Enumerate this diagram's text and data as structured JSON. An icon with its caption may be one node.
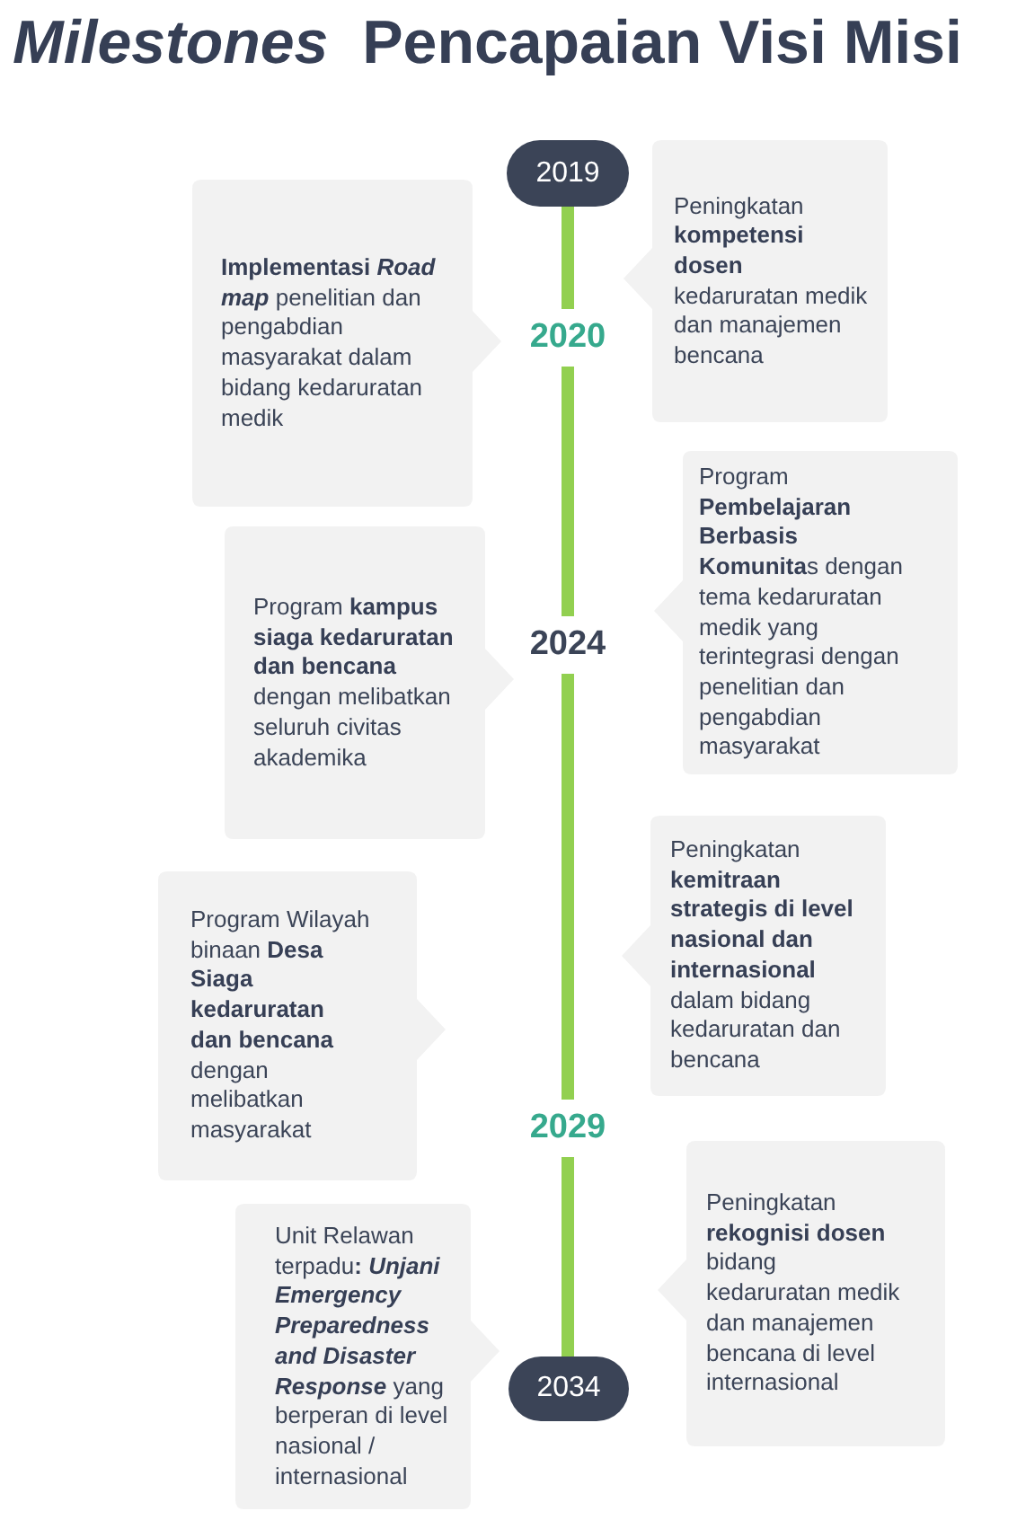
{
  "diagram": {
    "title": "*Milestones*  Pencapaian Visi Misi",
    "nodes": [
      {
        "text": [
          "2019"
        ]
      },
      {
        "text": [
          "Peningkatan **kompetensi dosen** kedaruratan medik dan manajemen bencana"
        ]
      },
      {
        "text": [
          "**Implementasi** *Road map* penelitian dan pengabdian masyarakat dalam bidang kedaruratan medik"
        ]
      },
      {
        "text": [
          "2020"
        ]
      },
      {
        "text": [
          "Program **Pembelajaran Berbasis Komunita**s dengan tema kedaruratan medik yang terintegrasi dengan penelitian dan pengabdian masyarakat"
        ]
      },
      {
        "text": [
          "Program **kampus siaga kedaruratan dan bencana** dengan melibatkan seluruh civitas akademika"
        ]
      },
      {
        "text": [
          "2024"
        ]
      },
      {
        "text": [
          "Peningkatan **kemitraan strategis di level nasional dan internasional** dalam bidang kedaruratan dan bencana"
        ]
      },
      {
        "text": [
          "Program Wilayah binaan **Desa Siaga kedaruratan dan bencana** dengan melibatkan masyarakat"
        ]
      },
      {
        "text": [
          "2029"
        ]
      },
      {
        "text": [
          "Peningkatan **rekognisi dosen** bidang kedaruratan medik dan manajemen bencana di level internasional"
        ]
      },
      {
        "text": [
          "Unit Relawan terpadu**:** *Unjani Emergency Preparedness and Disaster Response* yang berperan di level nasional / internasional"
        ]
      },
      {
        "text": [
          "2034"
        ]
      }
    ],
    "edges": [
      {
        "from": 0,
        "to": 3,
        "arrow": "none"
      },
      {
        "from": 3,
        "to": 6,
        "arrow": "none"
      },
      {
        "from": 6,
        "to": 9,
        "arrow": "none"
      },
      {
        "from": 9,
        "to": 12,
        "arrow": "none"
      }
    ]
  }
}
